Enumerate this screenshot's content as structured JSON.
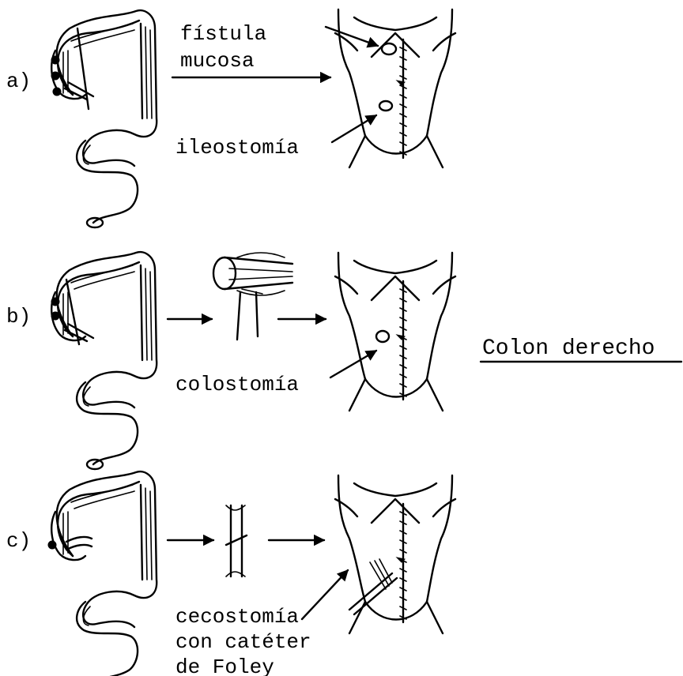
{
  "title": "Colon derecho",
  "panels": [
    {
      "marker": "a)",
      "labels": [
        "fístula",
        "mucosa",
        "ileostomía"
      ]
    },
    {
      "marker": "b)",
      "labels": [
        "colostomía"
      ]
    },
    {
      "marker": "c)",
      "labels": [
        "cecostomía",
        "con catéter",
        "de Foley"
      ]
    }
  ]
}
